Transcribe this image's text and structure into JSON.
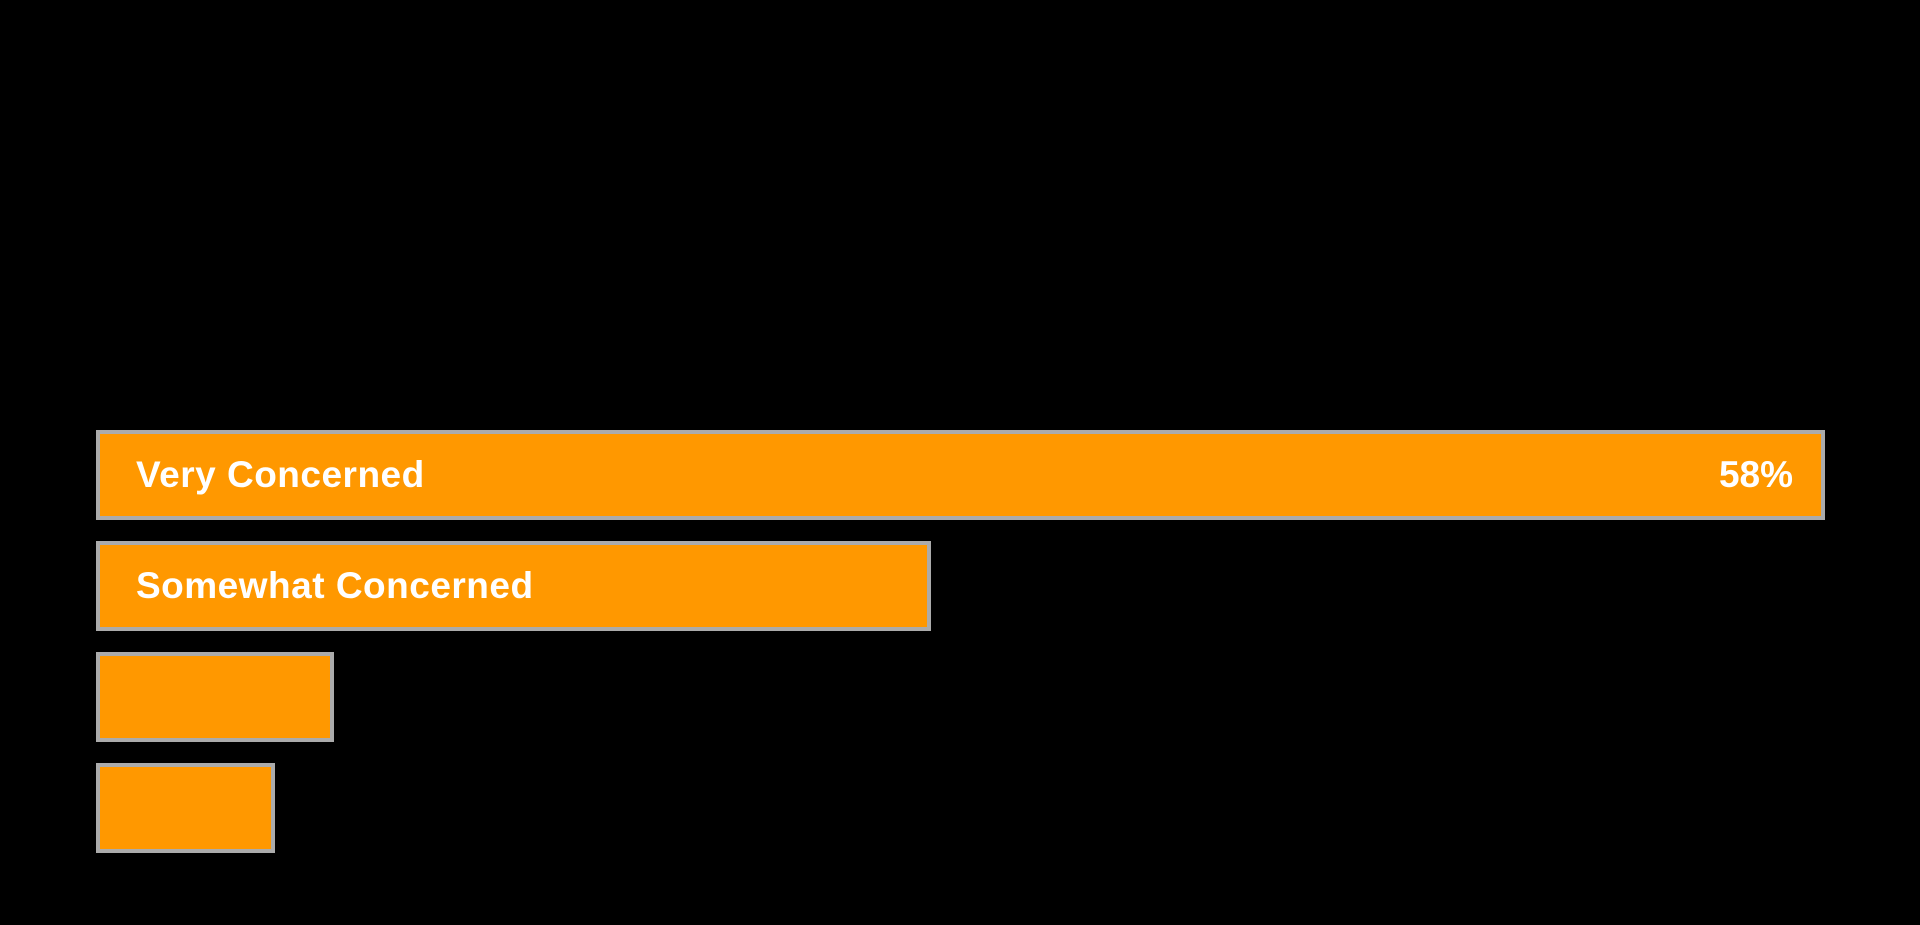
{
  "chart_data": {
    "type": "bar",
    "orientation": "horizontal",
    "title": "",
    "xlabel": "",
    "ylabel": "",
    "xlim": [
      0,
      58
    ],
    "grid": false,
    "legend": false,
    "categories": [
      "Very Concerned",
      "Somewhat Concerned",
      "",
      ""
    ],
    "values": [
      58,
      28,
      8,
      6
    ],
    "value_labels": [
      "58%",
      "",
      "",
      ""
    ],
    "colors": {
      "bar_fill": "#FF9800",
      "bar_border": "#ABABAB",
      "label_text": "#FFFFFF",
      "background": "#000000"
    }
  }
}
